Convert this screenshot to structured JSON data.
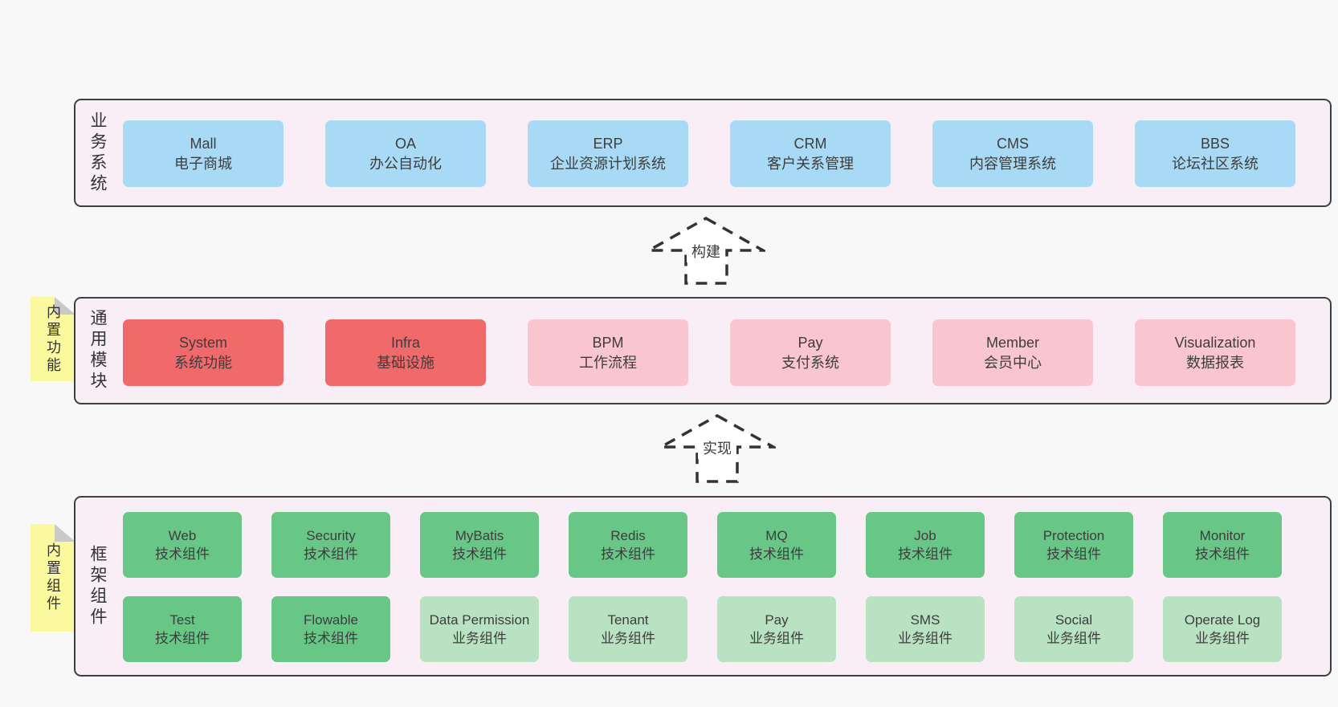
{
  "colors": {
    "page_bg": "#f8f8f8",
    "layer_bg": "#f9edf6",
    "layer_border": "#3f3f3f",
    "box_blue": "#a9daf5",
    "box_red": "#f0696b",
    "box_pink": "#f9c5ce",
    "box_green": "#68c786",
    "box_light_green": "#b9e2c3",
    "sticky_yellow": "#fbf99e",
    "sticky_fold_gray": "#c9c9c9",
    "text": "#3d3d3d",
    "arrow_dash": "#333333"
  },
  "layers": [
    {
      "label": "业务系统",
      "boxes": [
        {
          "title": "Mall",
          "subtitle": "电子商城",
          "type": "blue"
        },
        {
          "title": "OA",
          "subtitle": "办公自动化",
          "type": "blue"
        },
        {
          "title": "ERP",
          "subtitle": "企业资源计划系统",
          "type": "blue"
        },
        {
          "title": "CRM",
          "subtitle": "客户关系管理",
          "type": "blue"
        },
        {
          "title": "CMS",
          "subtitle": "内容管理系统",
          "type": "blue"
        },
        {
          "title": "BBS",
          "subtitle": "论坛社区系统",
          "type": "blue"
        }
      ]
    },
    {
      "label": "通用模块",
      "note": "内置功能",
      "boxes": [
        {
          "title": "System",
          "subtitle": "系统功能",
          "type": "red"
        },
        {
          "title": "Infra",
          "subtitle": "基础设施",
          "type": "red"
        },
        {
          "title": "BPM",
          "subtitle": "工作流程",
          "type": "pink"
        },
        {
          "title": "Pay",
          "subtitle": "支付系统",
          "type": "pink"
        },
        {
          "title": "Member",
          "subtitle": "会员中心",
          "type": "pink"
        },
        {
          "title": "Visualization",
          "subtitle": "数据报表",
          "type": "pink"
        }
      ]
    },
    {
      "label": "框架组件",
      "note": "内置组件",
      "boxes": [
        {
          "title": "Web",
          "subtitle": "技术组件",
          "type": "green"
        },
        {
          "title": "Security",
          "subtitle": "技术组件",
          "type": "green"
        },
        {
          "title": "MyBatis",
          "subtitle": "技术组件",
          "type": "green"
        },
        {
          "title": "Redis",
          "subtitle": "技术组件",
          "type": "green"
        },
        {
          "title": "MQ",
          "subtitle": "技术组件",
          "type": "green"
        },
        {
          "title": "Job",
          "subtitle": "技术组件",
          "type": "green"
        },
        {
          "title": "Protection",
          "subtitle": "技术组件",
          "type": "green"
        },
        {
          "title": "Monitor",
          "subtitle": "技术组件",
          "type": "green"
        },
        {
          "title": "Test",
          "subtitle": "技术组件",
          "type": "green"
        },
        {
          "title": "Flowable",
          "subtitle": "技术组件",
          "type": "green"
        },
        {
          "title": "Data Permission",
          "subtitle": "业务组件",
          "type": "light-green"
        },
        {
          "title": "Tenant",
          "subtitle": "业务组件",
          "type": "light-green"
        },
        {
          "title": "Pay",
          "subtitle": "业务组件",
          "type": "light-green"
        },
        {
          "title": "SMS",
          "subtitle": "业务组件",
          "type": "light-green"
        },
        {
          "title": "Social",
          "subtitle": "业务组件",
          "type": "light-green"
        },
        {
          "title": "Operate Log",
          "subtitle": "业务组件",
          "type": "light-green"
        }
      ]
    }
  ],
  "arrows": [
    {
      "label": "构建"
    },
    {
      "label": "实现"
    }
  ]
}
